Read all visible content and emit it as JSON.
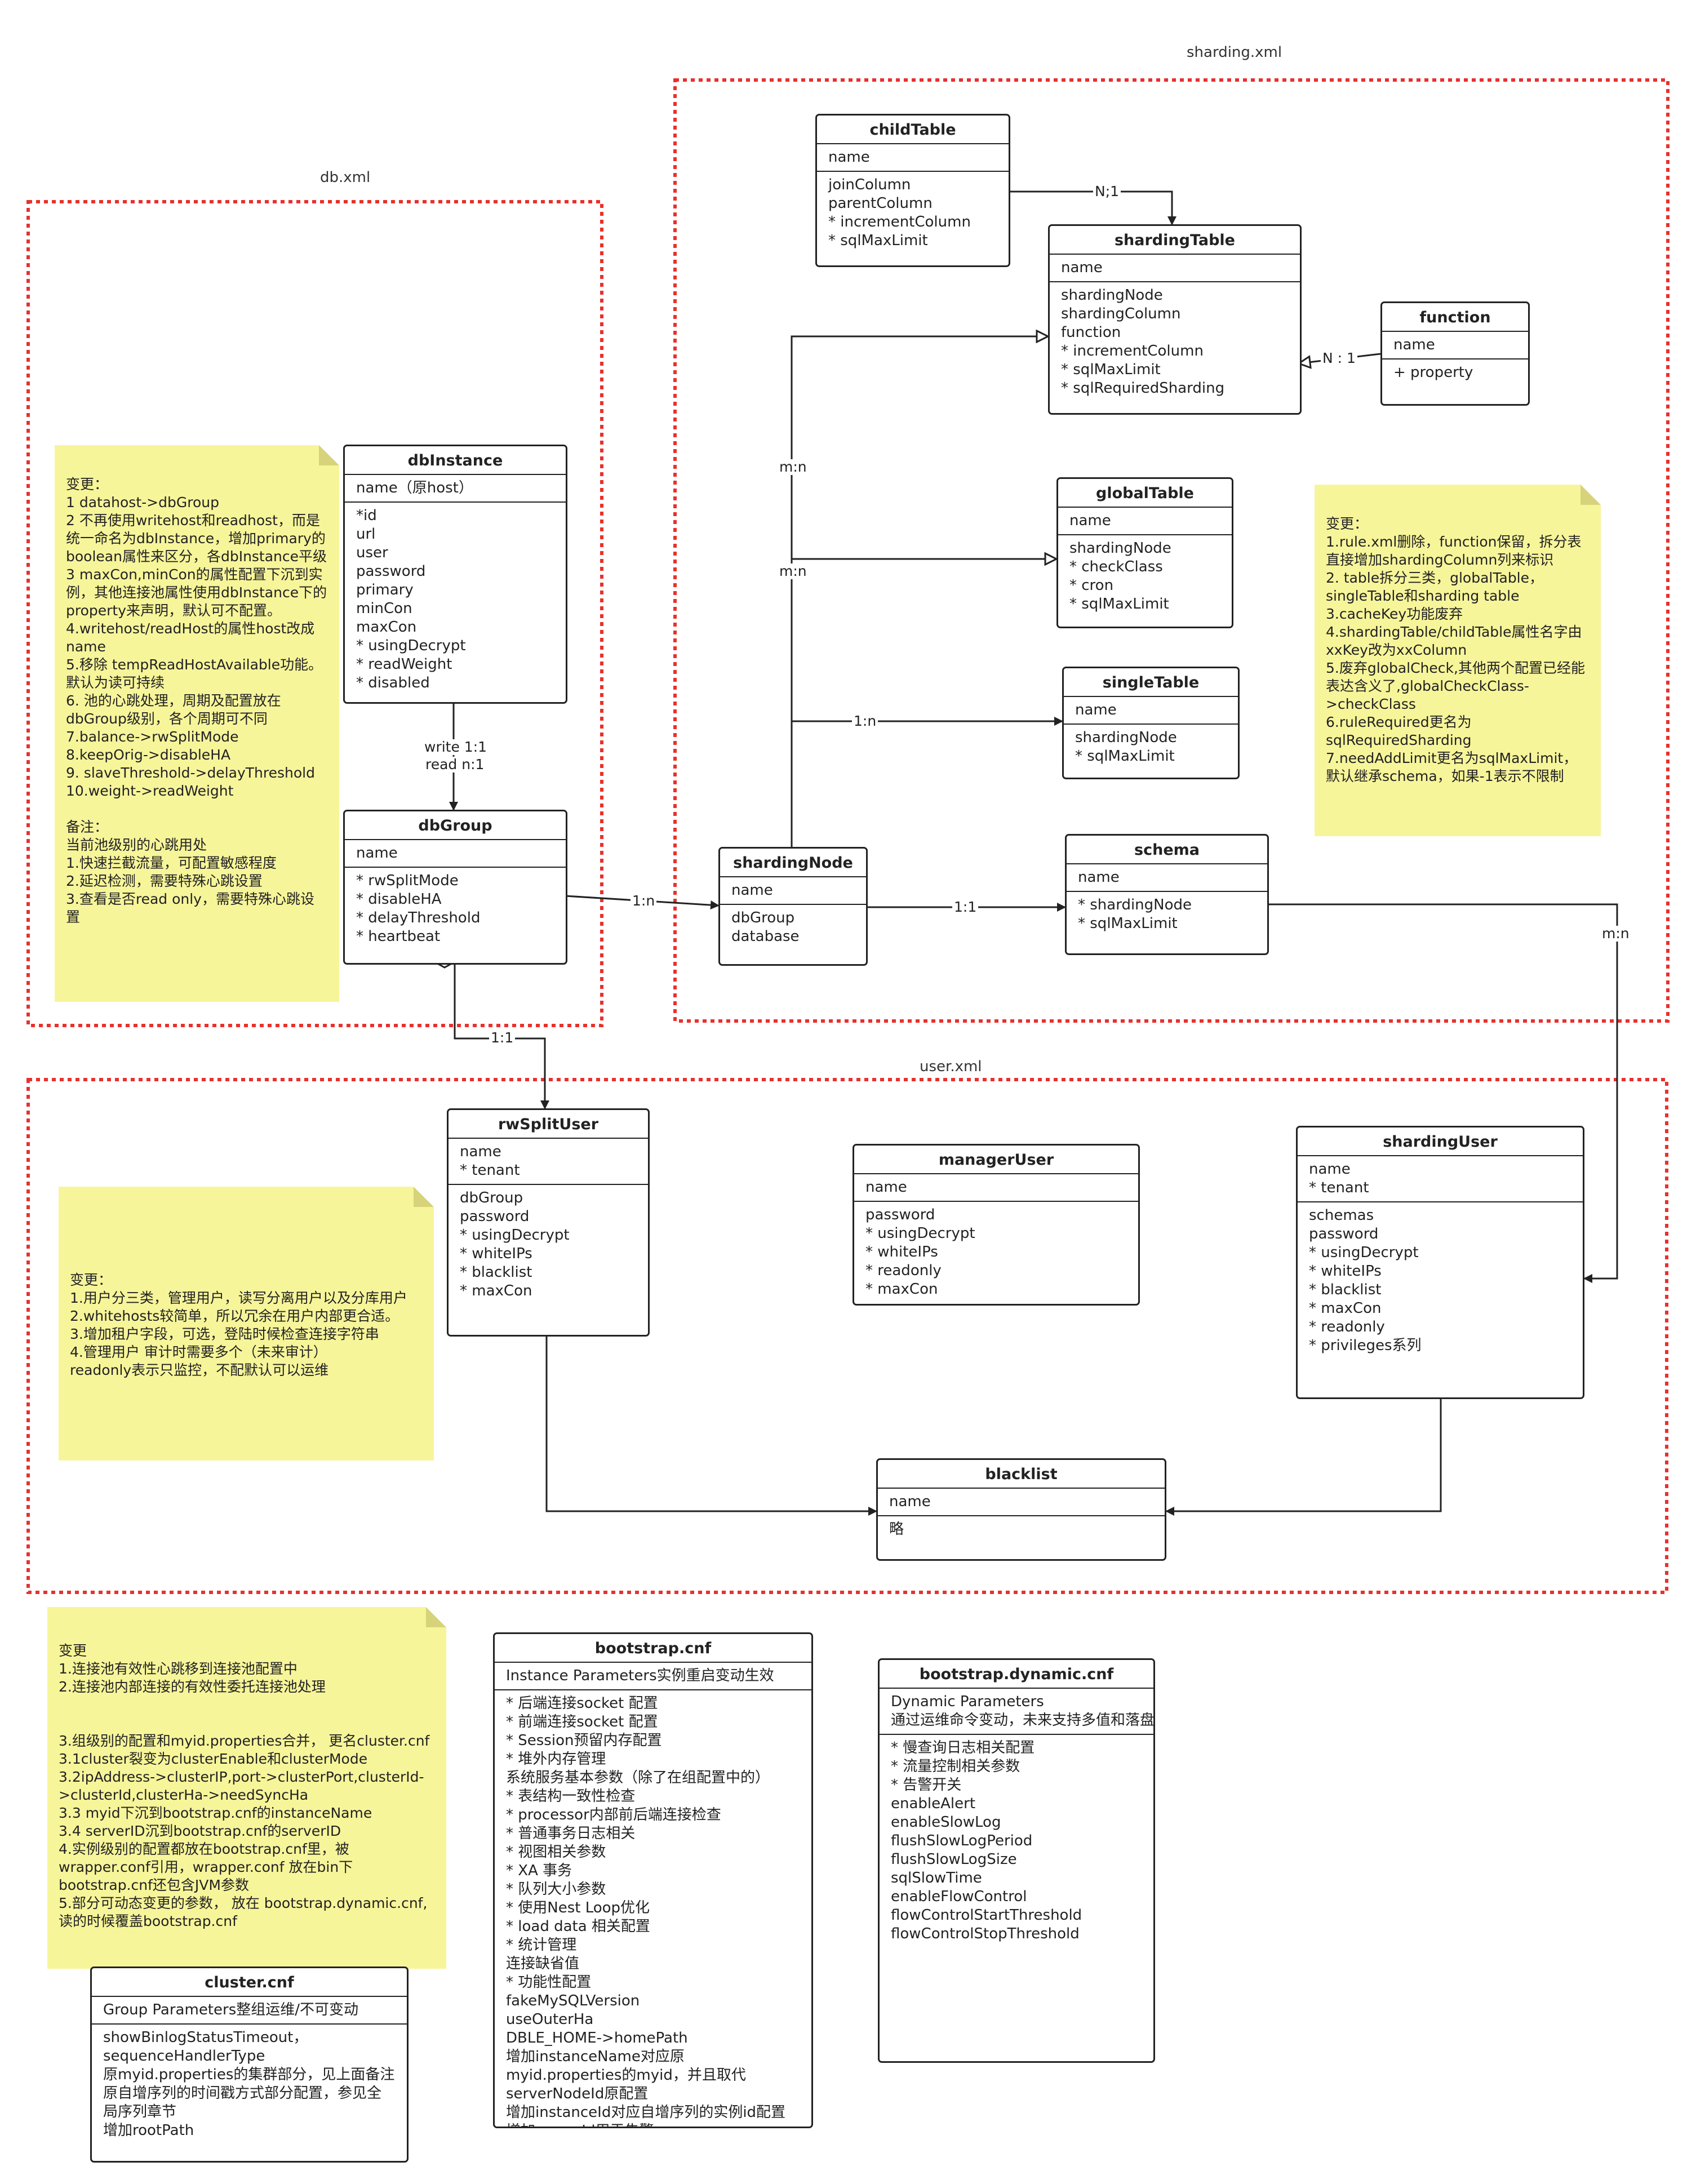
{
  "regions": {
    "db": "db.xml",
    "sharding": "sharding.xml",
    "user": "user.xml"
  },
  "colors": {
    "region_border": "#e8312d",
    "note_fill": "#f7f59a",
    "line": "#222222"
  },
  "classes": {
    "dbInstance": {
      "title": "dbInstance",
      "attrs": [
        "name（原host）"
      ],
      "props": [
        "*id",
        "url",
        "user",
        "password",
        "primary",
        "minCon",
        "maxCon",
        "* usingDecrypt",
        "* readWeight",
        "* disabled"
      ]
    },
    "dbGroup": {
      "title": "dbGroup",
      "attrs": [
        "name"
      ],
      "props": [
        "* rwSplitMode",
        "* disableHA",
        "* delayThreshold",
        "* heartbeat"
      ]
    },
    "childTable": {
      "title": "childTable",
      "attrs": [
        "name"
      ],
      "props": [
        "joinColumn",
        "parentColumn",
        "* incrementColumn",
        "* sqlMaxLimit"
      ]
    },
    "shardingTable": {
      "title": "shardingTable",
      "attrs": [
        "name"
      ],
      "props": [
        "shardingNode",
        "shardingColumn",
        "function",
        "* incrementColumn",
        "* sqlMaxLimit",
        "* sqlRequiredSharding"
      ]
    },
    "function": {
      "title": "function",
      "attrs": [
        "name"
      ],
      "props": [
        "+ property"
      ]
    },
    "globalTable": {
      "title": "globalTable",
      "attrs": [
        "name"
      ],
      "props": [
        "shardingNode",
        "* checkClass",
        "* cron",
        "* sqlMaxLimit"
      ]
    },
    "singleTable": {
      "title": "singleTable",
      "attrs": [
        "name"
      ],
      "props": [
        "shardingNode",
        "* sqlMaxLimit"
      ]
    },
    "shardingNode": {
      "title": "shardingNode",
      "attrs": [
        "name"
      ],
      "props": [
        "dbGroup",
        "database"
      ]
    },
    "schema": {
      "title": "schema",
      "attrs": [
        "name"
      ],
      "props": [
        "* shardingNode",
        "* sqlMaxLimit"
      ]
    },
    "rwSplitUser": {
      "title": "rwSplitUser",
      "attrs": [
        "name",
        "* tenant"
      ],
      "props": [
        "dbGroup",
        "password",
        "* usingDecrypt",
        "* whiteIPs",
        "* blacklist",
        "* maxCon"
      ]
    },
    "managerUser": {
      "title": "managerUser",
      "attrs": [
        "name"
      ],
      "props": [
        "password",
        "* usingDecrypt",
        "* whiteIPs",
        "* readonly",
        "* maxCon"
      ]
    },
    "shardingUser": {
      "title": "shardingUser",
      "attrs": [
        "name",
        "* tenant"
      ],
      "props": [
        "schemas",
        "password",
        "* usingDecrypt",
        "* whiteIPs",
        "* blacklist",
        "* maxCon",
        "* readonly",
        "* privileges系列"
      ]
    },
    "blacklist": {
      "title": "blacklist",
      "attrs": [
        "name"
      ],
      "props": [
        "略"
      ]
    },
    "bootstrap": {
      "title": "bootstrap.cnf",
      "attrs": [
        "Instance Parameters实例重启变动生效"
      ],
      "props": [
        "* 后端连接socket 配置",
        "* 前端连接socket 配置",
        "* Session预留内存配置",
        "* 堆外内存管理",
        "系统服务基本参数（除了在组配置中的）",
        "* 表结构一致性检查",
        "* processor内部前后端连接检查",
        "* 普通事务日志相关",
        "* 视图相关参数",
        "* XA 事务",
        "* 队列大小参数",
        "* 使用Nest Loop优化",
        "* load data 相关配置",
        "* 统计管理",
        "连接缺省值",
        "* 功能性配置",
        "fakeMySQLVersion",
        "useOuterHa",
        "DBLE_HOME->homePath",
        "增加instanceName对应原myid.properties的myid，并且取代serverNodeId原配置",
        "增加instanceId对应自增序列的实例id配置",
        "增加serverId用于告警"
      ]
    },
    "bootstrapDynamic": {
      "title": "bootstrap.dynamic.cnf",
      "attrs": [
        "Dynamic  Parameters",
        "通过运维命令变动，未来支持多值和落盘"
      ],
      "props": [
        "* 慢查询日志相关配置",
        "* 流量控制相关参数",
        "* 告警开关",
        "enableAlert",
        "enableSlowLog",
        "flushSlowLogPeriod",
        "flushSlowLogSize",
        "sqlSlowTime",
        "enableFlowControl",
        "flowControlStartThreshold",
        "flowControlStopThreshold"
      ]
    },
    "cluster": {
      "title": "cluster.cnf",
      "attrs": [
        "Group Parameters整组运维/不可变动"
      ],
      "props": [
        "showBinlogStatusTimeout，",
        "sequenceHandlerType",
        "原myid.properties的集群部分，见上面备注原自增序列的时间戳方式部分配置，参见全局序列章节",
        "增加rootPath"
      ]
    }
  },
  "notes": {
    "db": [
      "变更：",
      "1  datahost->dbGroup",
      "2 不再使用writehost和readhost，而是统一命名为dbInstance，增加primary的boolean属性来区分，各dbInstance平级",
      "3 maxCon,minCon的属性配置下沉到实例，其他连接池属性使用dbInstance下的property来声明，默认可不配置。",
      "4.writehost/readHost的属性host改成name",
      "5.移除 tempReadHostAvailable功能。默认为读可持续",
      "6. 池的心跳处理，周期及配置放在dbGroup级别，各个周期可不同",
      "7.balance->rwSplitMode",
      "8.keepOrig->disableHA",
      "9. slaveThreshold->delayThreshold",
      "10.weight->readWeight",
      "",
      "备注：",
      "当前池级别的心跳用处",
      "1.快速拦截流量，可配置敏感程度",
      "2.延迟检测，需要特殊心跳设置",
      "3.查看是否read only，需要特殊心跳设置"
    ],
    "sharding": [
      "变更：",
      "1.rule.xml删除，function保留，拆分表直接增加shardingColumn列来标识",
      "2. table拆分三类，globalTable，singleTable和sharding table",
      "3.cacheKey功能废弃",
      "4.shardingTable/childTable属性名字由xxKey改为xxColumn",
      "5.废弃globalCheck,其他两个配置已经能表达含义了,globalCheckClass->checkClass",
      "6.ruleRequired更名为sqlRequiredSharding",
      "7.needAddLimit更名为sqlMaxLimit，默认继承schema，如果-1表示不限制"
    ],
    "user": [
      "变更：",
      "1.用户分三类，管理用户，读写分离用户以及分库用户",
      "2.whitehosts较简单，所以冗余在用户内部更合适。",
      "3.增加租户字段，可选，登陆时候检查连接字符串",
      "4.管理用户 审计时需要多个（未来审计）",
      "readonly表示只监控，不配默认可以运维"
    ],
    "bootstrap": [
      "变更",
      "1.连接池有效性心跳移到连接池配置中",
      "2.连接池内部连接的有效性委托连接池处理",
      "",
      "",
      "3.组级别的配置和myid.properties合并， 更名cluster.cnf",
      "3.1cluster裂变为clusterEnable和clusterMode",
      "3.2ipAddress->clusterIP,port->clusterPort,clusterId->clusterId,clusterHa->needSyncHa",
      "3.3 myid下沉到bootstrap.cnf的instanceName",
      "3.4 serverID沉到bootstrap.cnf的serverID",
      "4.实例级别的配置都放在bootstrap.cnf里，被wrapper.conf引用，wrapper.conf 放在bin下bootstrap.cnf还包含JVM参数",
      "5.部分可动态变更的参数， 放在 bootstrap.dynamic.cnf,读的时候覆盖bootstrap.cnf"
    ]
  },
  "relations": {
    "write_read": [
      "write 1:1",
      "read n:1"
    ],
    "dbgroup_rwsplit": "1:1",
    "dbgroup_shardingnode": "1:n",
    "childtable_shardingtable": "N;1",
    "function_shardingtable": "N : 1",
    "mn_sharding": "m:n",
    "mn_global": "m:n",
    "one_n_single": "1:n",
    "one_one_schema": "1:1",
    "schema_user": "m:n"
  }
}
